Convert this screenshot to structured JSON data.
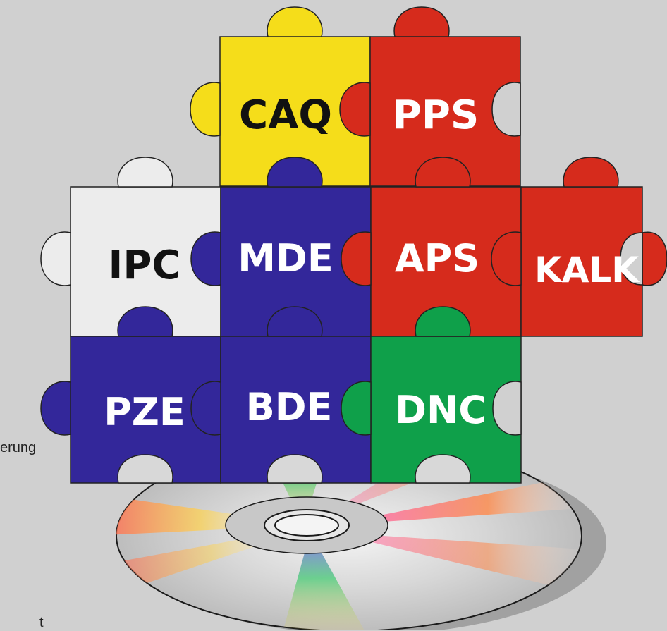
{
  "colors": {
    "background": "#d0d0d0",
    "yellow": "#f5dd1a",
    "red": "#d62b1c",
    "blue": "#33279a",
    "white": "#ececec",
    "green": "#0fa04a",
    "outline": "#222222"
  },
  "pieces": {
    "caq": {
      "label": "CAQ",
      "color": "#f5dd1a",
      "text_color": "#111111"
    },
    "pps": {
      "label": "PPS",
      "color": "#d62b1c",
      "text_color": "#ffffff"
    },
    "ipc": {
      "label": "IPC",
      "color": "#ececec",
      "text_color": "#111111"
    },
    "mde": {
      "label": "MDE",
      "color": "#33279a",
      "text_color": "#ffffff"
    },
    "aps": {
      "label": "APS",
      "color": "#d62b1c",
      "text_color": "#ffffff"
    },
    "kalk": {
      "label": "KALK",
      "color": "#d62b1c",
      "text_color": "#ffffff"
    },
    "pze": {
      "label": "PZE",
      "color": "#33279a",
      "text_color": "#ffffff"
    },
    "bde": {
      "label": "BDE",
      "color": "#33279a",
      "text_color": "#ffffff"
    },
    "dnc": {
      "label": "DNC",
      "color": "#0fa04a",
      "text_color": "#ffffff"
    }
  },
  "fragments": {
    "left": "erung",
    "bottom": "t"
  }
}
